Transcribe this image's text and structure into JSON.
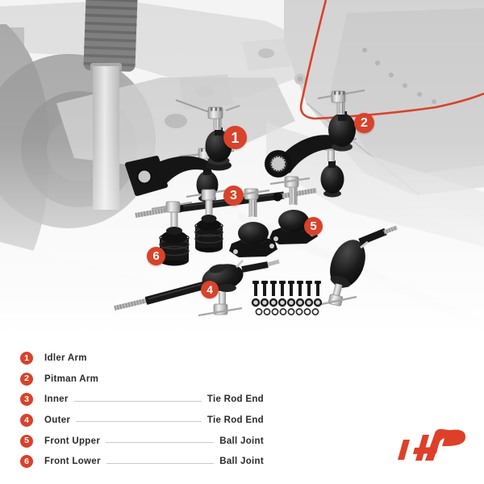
{
  "legend": {
    "rows": [
      {
        "num": "1",
        "label": "Idler Arm",
        "detail": ""
      },
      {
        "num": "2",
        "label": "Pitman Arm",
        "detail": ""
      },
      {
        "num": "3",
        "label": "Inner",
        "detail": "Tie Rod End"
      },
      {
        "num": "4",
        "label": "Outer",
        "detail": "Tie Rod End"
      },
      {
        "num": "5",
        "label": "Front Upper",
        "detail": "Ball Joint"
      },
      {
        "num": "6",
        "label": "Front Lower",
        "detail": "Ball Joint"
      }
    ]
  },
  "colors": {
    "accent": "#d9422b",
    "logo_red": "#de3f28",
    "legend_text": "#2a2a2a",
    "leader_line": "#c9c9c9"
  }
}
